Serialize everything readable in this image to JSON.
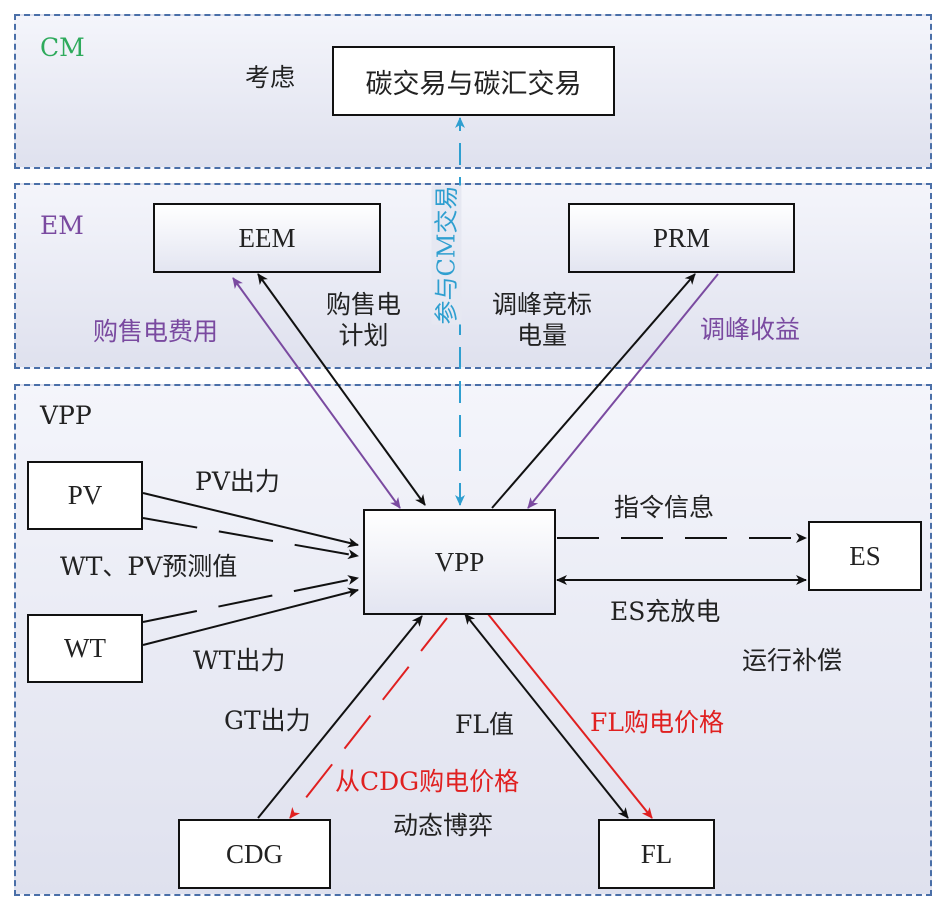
{
  "regions": {
    "cm": {
      "label": "CM",
      "color": "#2eaa5c"
    },
    "em": {
      "label": "EM",
      "color": "#7a4aa0"
    },
    "vpp": {
      "label": "VPP",
      "color": "#222222"
    }
  },
  "nodes": {
    "carbon": "碳交易与碳汇交易",
    "eem": "EEM",
    "prm": "PRM",
    "vpp": "VPP",
    "pv": "PV",
    "wt": "WT",
    "es": "ES",
    "cdg": "CDG",
    "fl": "FL"
  },
  "labels": {
    "consider": "考虑",
    "participate_cm": "参与CM交易",
    "buy_sell_cost": "购售电费用",
    "buy_sell_plan_1": "购售电",
    "buy_sell_plan_2": "计划",
    "peak_bid_1": "调峰竞标",
    "peak_bid_2": "电量",
    "peak_revenue": "调峰收益",
    "pv_output": "PV出力",
    "forecast": "WT、PV预测值",
    "wt_output": "WT出力",
    "command_info": "指令信息",
    "es_charge": "ES充放电",
    "operation_comp": "运行补偿",
    "gt_output": "GT出力",
    "fl_value": "FL值",
    "fl_price": "FL购电价格",
    "cdg_price": "从CDG购电价格",
    "dynamic_game": "动态博弈"
  },
  "colors": {
    "purple": "#7a4aa0",
    "blue": "#2f9fd0",
    "red": "#e02020",
    "black": "#111111",
    "green": "#2eaa5c"
  }
}
